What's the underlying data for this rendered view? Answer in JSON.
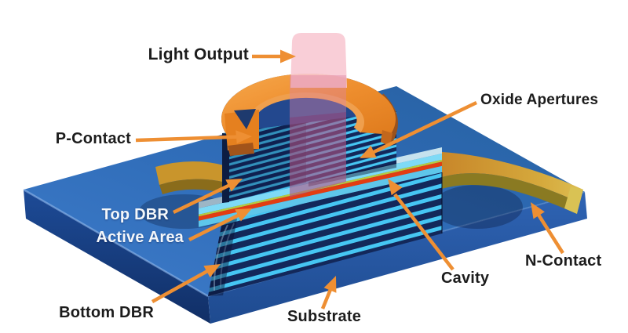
{
  "figure": {
    "type": "vcsel-cross-section-3d-diagram",
    "labels": {
      "light_output": "Light Output",
      "oxide_apertures": "Oxide Apertures",
      "p_contact": "P-Contact",
      "top_dbr": "Top DBR",
      "active_area": "Active Area",
      "bottom_dbr": "Bottom DBR",
      "substrate": "Substrate",
      "cavity": "Cavity",
      "n_contact": "N-Contact"
    },
    "colors": {
      "label_dark": "#1c1c1c",
      "label_light": "#f4f7fa",
      "arrow_orange": "#ee8f33",
      "substrate_top_blue": "#2e6bb6",
      "dbr_cyan": "#46c6f3",
      "dbr_navy": "#13285a",
      "cavity_cyan": "#7edaf6",
      "active_red": "#e23d12",
      "oxide_green_line": "#b5cc40",
      "p_contact_orange": "#ee8e2e",
      "n_contact_gold": "#cf9a2e",
      "beam_pink": "#f8c7d1"
    }
  }
}
